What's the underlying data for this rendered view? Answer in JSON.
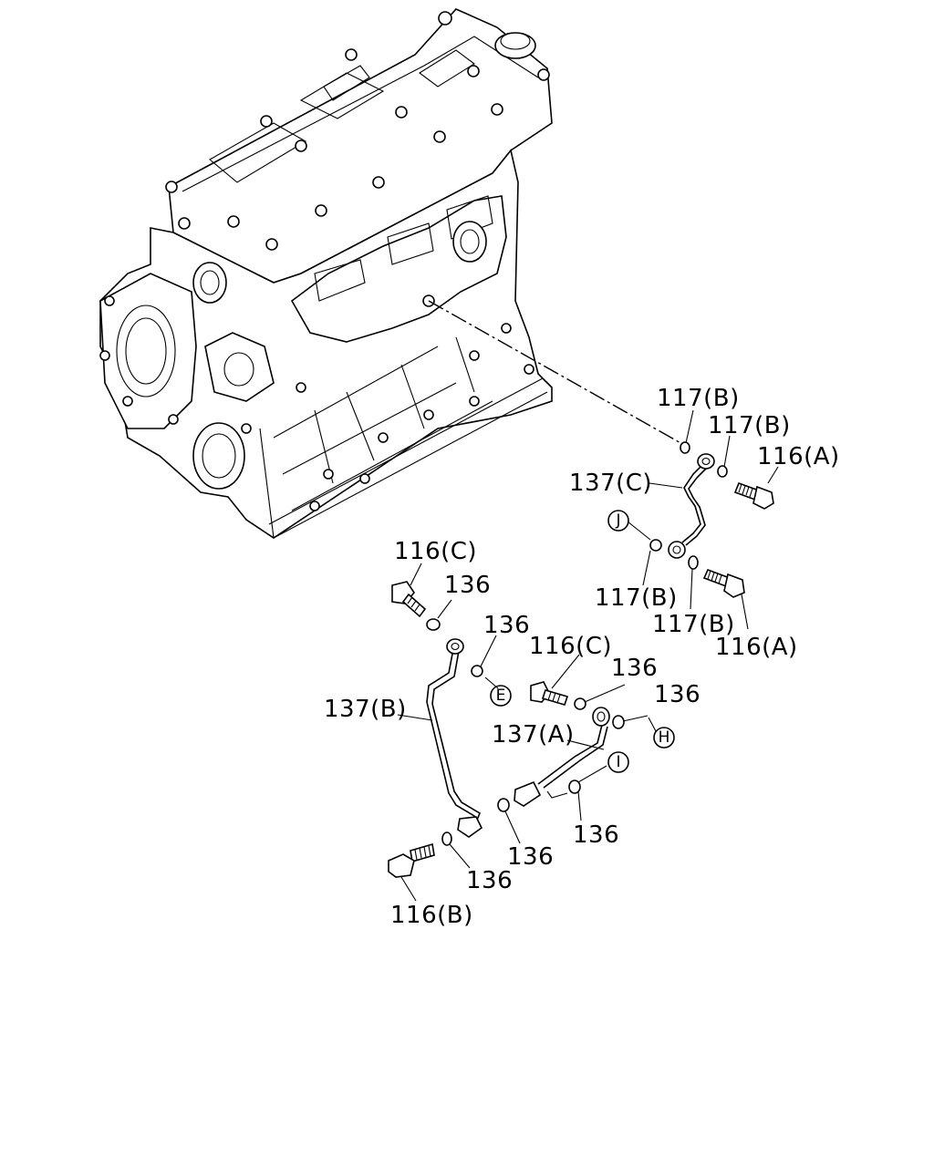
{
  "callouts": {
    "c117b_1": "117(B)",
    "c117b_2": "117(B)",
    "c116a_1": "116(A)",
    "c137c": "137(C)",
    "c117b_3": "117(B)",
    "c117b_4": "117(B)",
    "c116a_2": "116(A)",
    "c116c_1": "116(C)",
    "c136_1": "136",
    "c136_2": "136",
    "c116c_2": "116(C)",
    "c136_3": "136",
    "c136_4": "136",
    "c137b": "137(B)",
    "c137a": "137(A)",
    "c136_5": "136",
    "c136_6": "136",
    "c136_7": "136",
    "c116b": "116(B)"
  },
  "refs": {
    "j": "J",
    "e": "E",
    "h": "H",
    "i": "I"
  }
}
